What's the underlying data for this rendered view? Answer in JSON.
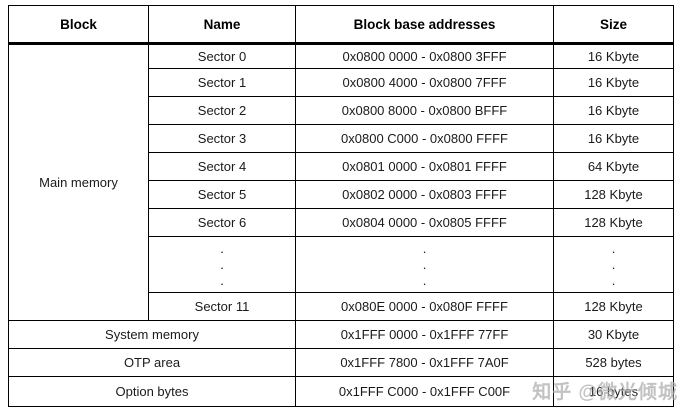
{
  "table": {
    "headers": {
      "block": "Block",
      "name": "Name",
      "address": "Block base addresses",
      "size": "Size"
    },
    "main_block_label": "Main memory",
    "sectors": [
      {
        "name": "Sector 0",
        "address": "0x0800 0000 - 0x0800 3FFF",
        "size": "16 Kbyte"
      },
      {
        "name": "Sector 1",
        "address": "0x0800 4000 - 0x0800 7FFF",
        "size": "16 Kbyte"
      },
      {
        "name": "Sector 2",
        "address": "0x0800 8000 - 0x0800 BFFF",
        "size": "16 Kbyte"
      },
      {
        "name": "Sector 3",
        "address": "0x0800 C000 - 0x0800 FFFF",
        "size": "16 Kbyte"
      },
      {
        "name": "Sector 4",
        "address": "0x0801 0000 - 0x0801 FFFF",
        "size": "64 Kbyte"
      },
      {
        "name": "Sector 5",
        "address": "0x0802 0000 - 0x0803 FFFF",
        "size": "128 Kbyte"
      },
      {
        "name": "Sector 6",
        "address": "0x0804 0000 - 0x0805 FFFF",
        "size": "128 Kbyte"
      },
      {
        "name": "Sector 11",
        "address": "0x080E 0000 - 0x080F FFFF",
        "size": "128 Kbyte"
      }
    ],
    "ellipsis_dot": ".",
    "footer_rows": [
      {
        "block": "System memory",
        "address": "0x1FFF 0000 - 0x1FFF 77FF",
        "size": "30 Kbyte"
      },
      {
        "block": "OTP area",
        "address": "0x1FFF 7800 - 0x1FFF 7A0F",
        "size": "528 bytes"
      },
      {
        "block": "Option bytes",
        "address": "0x1FFF C000 - 0x1FFF C00F",
        "size": "16 bytes"
      }
    ]
  },
  "watermark": {
    "text": "知乎 @微光倾城"
  }
}
